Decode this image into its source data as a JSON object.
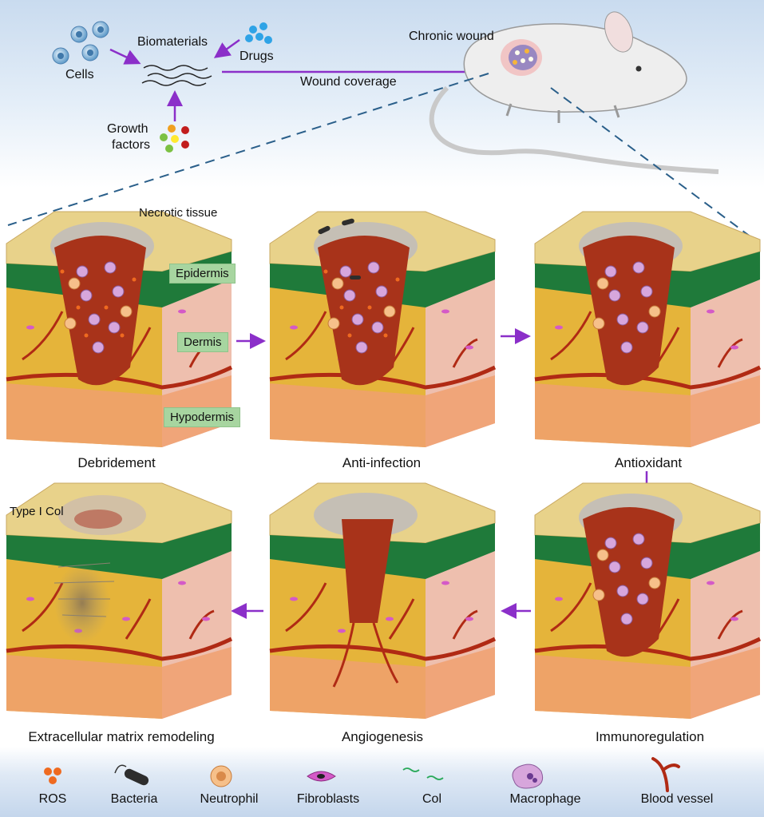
{
  "top": {
    "cells": "Cells",
    "biomaterials": "Biomaterials",
    "drugs": "Drugs",
    "growth_factors_line1": "Growth",
    "growth_factors_line2": "factors",
    "wound_coverage": "Wound coverage",
    "chronic_wound": "Chronic wound"
  },
  "layers": {
    "necrotic": "Necrotic tissue",
    "epidermis": "Epidermis",
    "dermis": "Dermis",
    "hypodermis": "Hypodermis",
    "type1col": "Type I Col"
  },
  "stages": [
    "Debridement",
    "Anti-infection",
    "Antioxidant",
    "Extracellular matrix remodeling",
    "Angiogenesis",
    "Immunoregulation"
  ],
  "legend": [
    "ROS",
    "Bacteria",
    "Neutrophil",
    "Fibroblasts",
    "Col",
    "Macrophage",
    "Blood vessel"
  ],
  "colors": {
    "arrow": "#8b2fc9",
    "top_skin": "#e8d28a",
    "epidermis": "#1f7a3a",
    "dermis": "#e5b43a",
    "side": "#eebfae",
    "hypodermis": "#f0a070",
    "wound": "#a8331a",
    "vessel": "#b02a14"
  }
}
